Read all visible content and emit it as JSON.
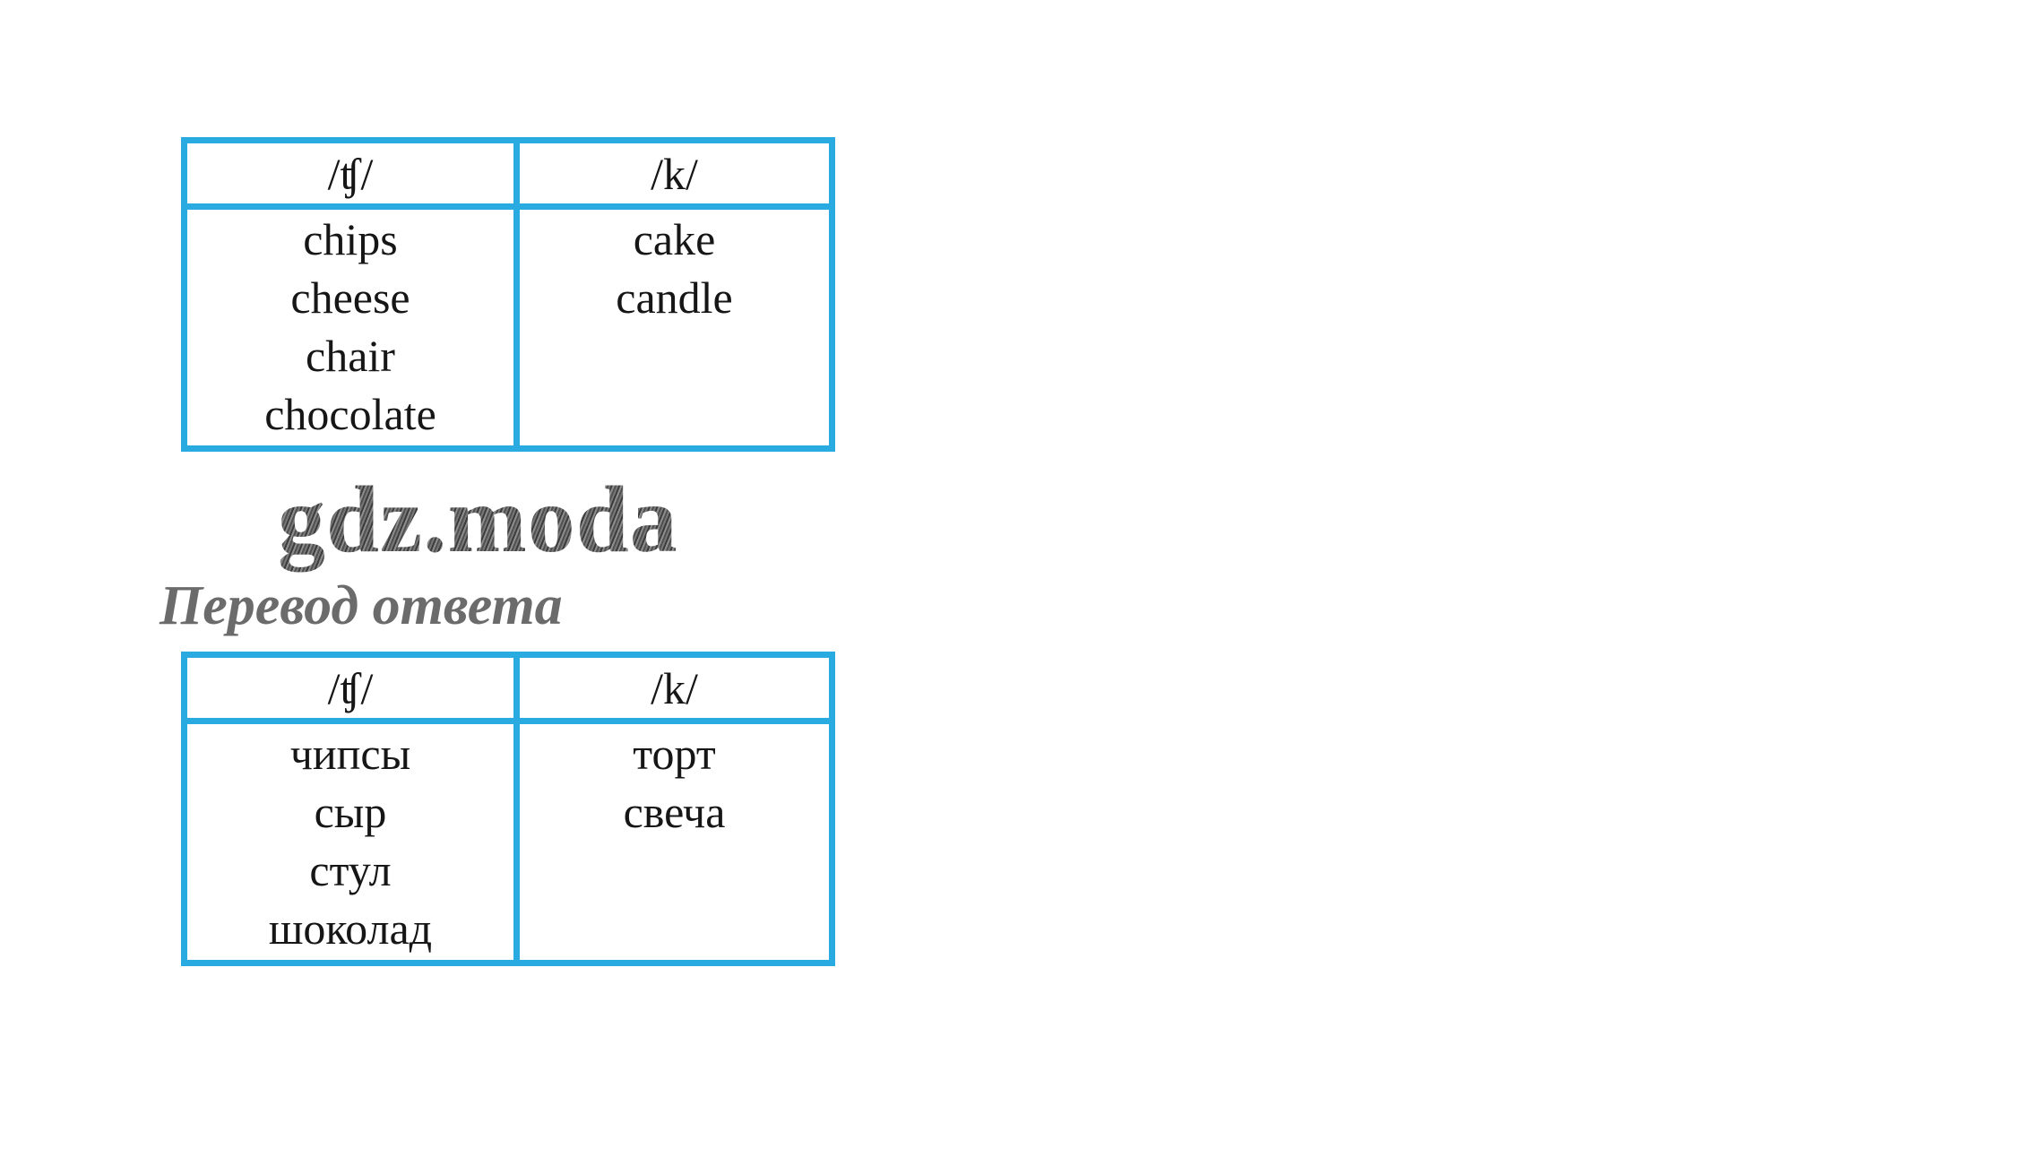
{
  "colors": {
    "table_border": "#29ABE2",
    "table_text": "#161616",
    "watermark_text_color": "#5a5a5a",
    "label_text_color": "#6b6b6b",
    "page_background": "#ffffff"
  },
  "answer_table": {
    "col1_header": "/ʧ/",
    "col2_header": "/k/",
    "col1_words": [
      "chips",
      "cheese",
      "chair",
      "chocolate"
    ],
    "col2_words": [
      "cake",
      "candle"
    ]
  },
  "watermark": "gdz.moda",
  "translation_label": "Перевод ответа",
  "translation_table": {
    "col1_header": "/ʧ/",
    "col2_header": "/k/",
    "col1_words": [
      "чипсы",
      "сыр",
      "стул",
      "шоколад"
    ],
    "col2_words": [
      "торт",
      "свеча"
    ]
  }
}
